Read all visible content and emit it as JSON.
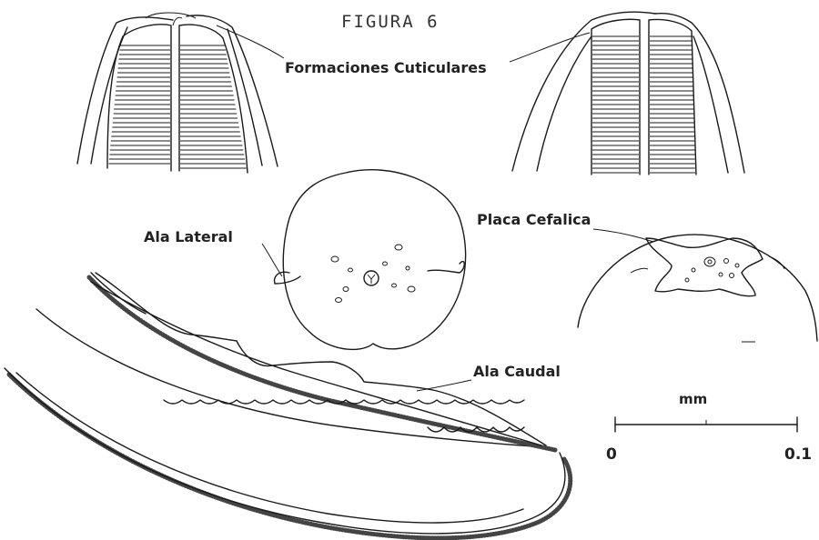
{
  "figure": {
    "title": "FIGURA 6",
    "labels": {
      "cuticular": "Formaciones Cuticulares",
      "lateral_ala": "Ala Lateral",
      "cephalic_plate": "Placa Cefalica",
      "caudal_ala": "Ala Caudal"
    },
    "scale_bar": {
      "unit": "mm",
      "start": "0",
      "end": "0.1"
    }
  }
}
